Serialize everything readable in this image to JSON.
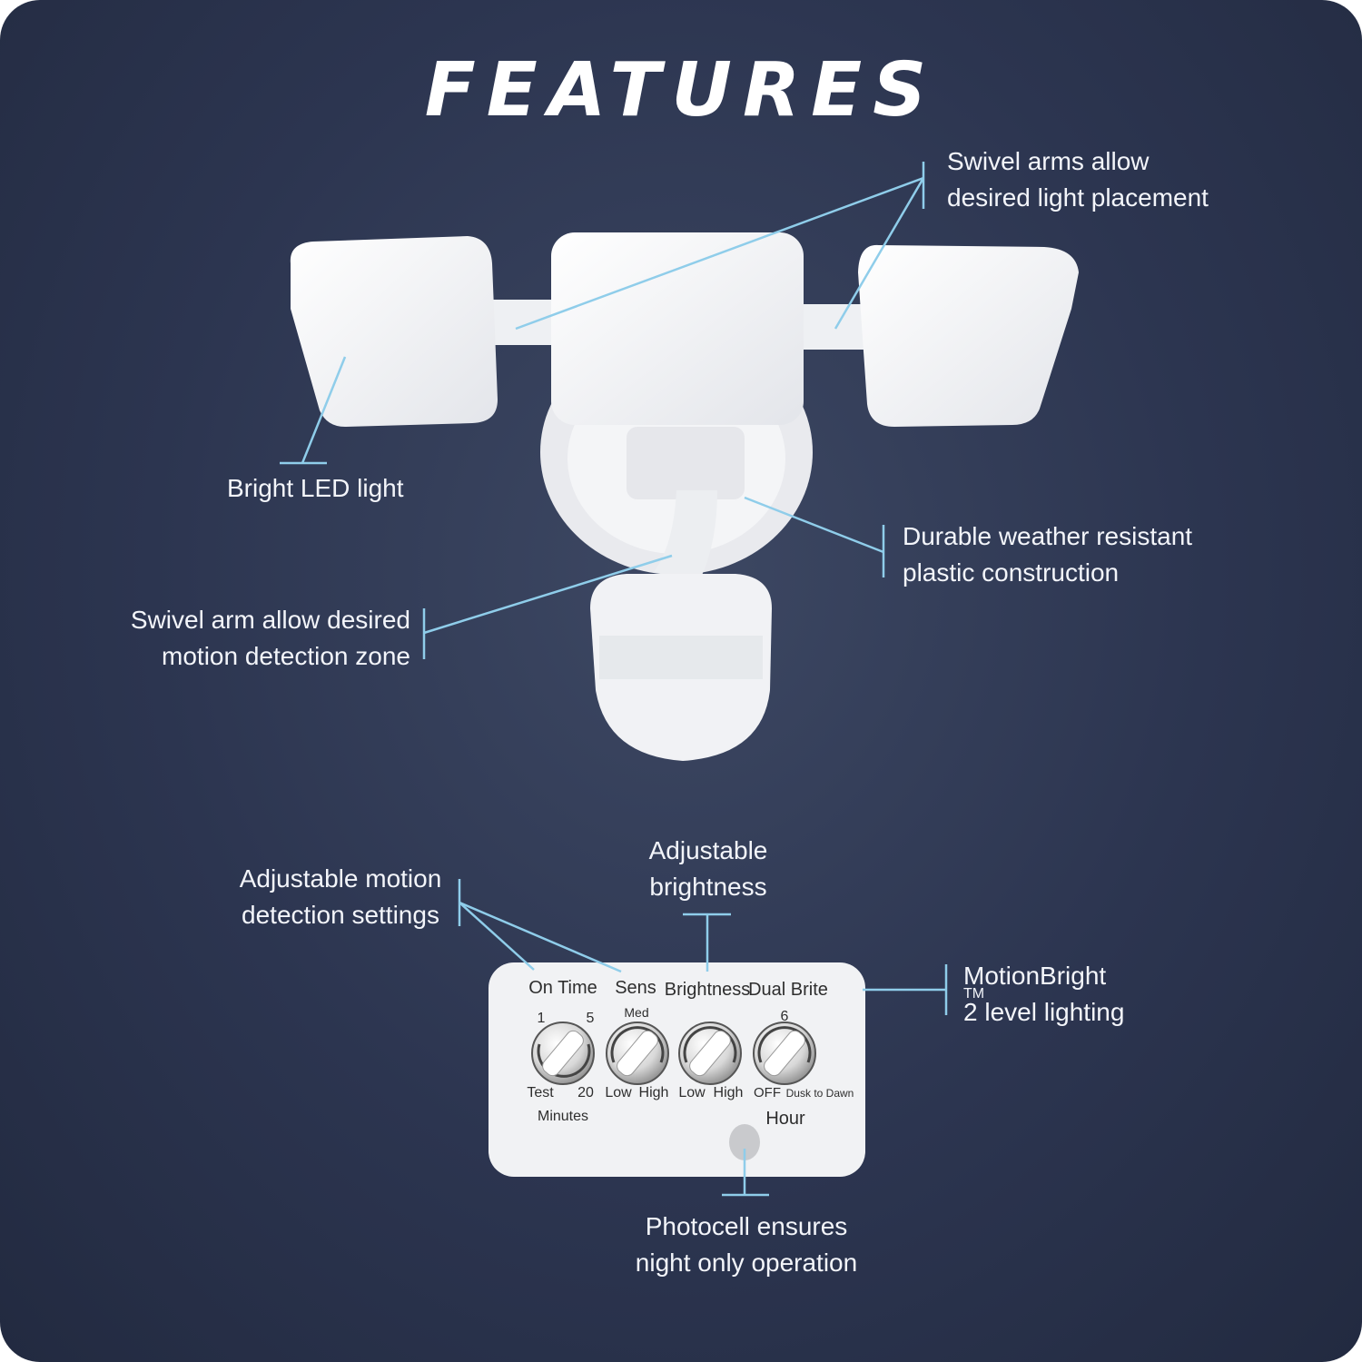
{
  "title": "FEATURES",
  "callouts": {
    "swivel_arms": [
      "Swivel arms allow",
      "desired light placement"
    ],
    "bright_led": [
      "Bright LED light"
    ],
    "durable": [
      "Durable weather resistant",
      "plastic construction"
    ],
    "swivel_arm_motion": [
      "Swivel arm allow desired",
      "motion detection zone"
    ],
    "adjustable_motion": [
      "Adjustable motion",
      "detection settings"
    ],
    "adjustable_brightness": [
      "Adjustable",
      "brightness"
    ],
    "motionbright": {
      "line1": "MotionBright",
      "tm": "TM",
      "line2": "2 level lighting"
    },
    "photocell": [
      "Photocell ensures",
      "night only operation"
    ]
  },
  "control_panel": {
    "on_time": {
      "label": "On Time",
      "min": "1",
      "max": "5",
      "bottom_left": "Test",
      "bottom_right": "20",
      "unit": "Minutes"
    },
    "sens": {
      "label": "Sens",
      "top": "Med",
      "bottom_left": "Low",
      "bottom_right": "High"
    },
    "brightness": {
      "label": "Brightness",
      "bottom_left": "Low",
      "bottom_right": "High"
    },
    "dual_brite": {
      "label": "Dual Brite",
      "top": "6",
      "bottom_left": "OFF",
      "bottom_right": "Dusk to Dawn",
      "unit": "Hour"
    }
  },
  "colors": {
    "background": "#2c3550",
    "callout_line": "#8fcdea",
    "text": "#f3f5fa",
    "fixture": "#f4f5f7"
  }
}
